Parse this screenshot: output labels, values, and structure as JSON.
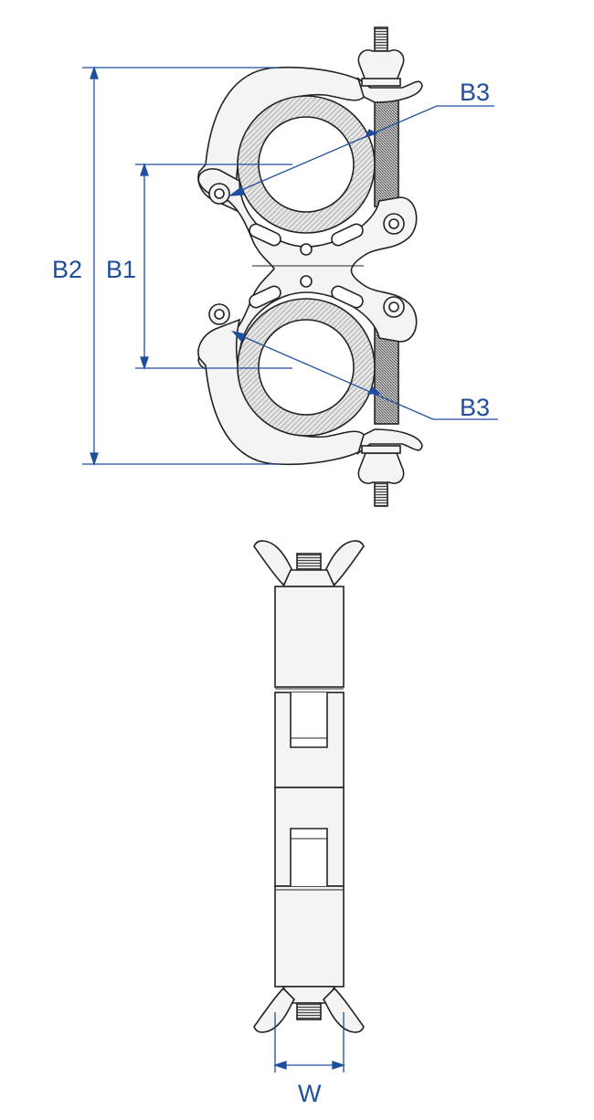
{
  "labels": {
    "b3_top": "B3",
    "b3_bottom": "B3",
    "b2": "B2",
    "b1": "B1",
    "w": "W"
  },
  "colors": {
    "dimension": "#1f4e9c",
    "outline": "#222222",
    "body_fill": "#f4f4f4",
    "hatch": "#777777"
  }
}
